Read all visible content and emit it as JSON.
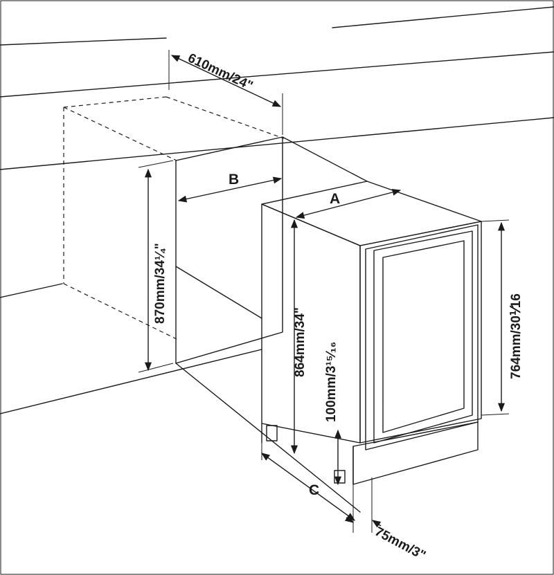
{
  "dimensions": {
    "cabinet_depth": "610mm/24\"",
    "niche_height": "870mm/34¼\"",
    "appliance_height": "864mm/34\"",
    "door_height": "764mm/30⅟16",
    "plinth_height": "100mm/3¹⁵⁄₁₆",
    "plinth_recess": "75mm/3\""
  },
  "markers": {
    "a": "A",
    "b": "B",
    "c": "C"
  },
  "colors": {
    "line": "#1a1a1a",
    "niche_fill": "#c8c8c8",
    "glass_fill": "#c4c4c4",
    "background": "#ffffff"
  }
}
